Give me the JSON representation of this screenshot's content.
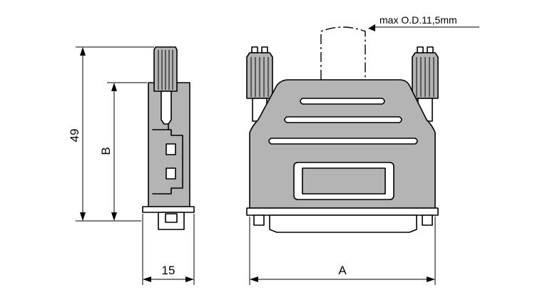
{
  "labels": {
    "height_dim": "49",
    "inner_dim": "B",
    "depth_dim": "15",
    "width_dim": "A",
    "cable_note": "max O.D.11,5mm"
  },
  "colors": {
    "line": "#000000",
    "body_fill": "#b4b4b4",
    "background": "#ffffff"
  }
}
